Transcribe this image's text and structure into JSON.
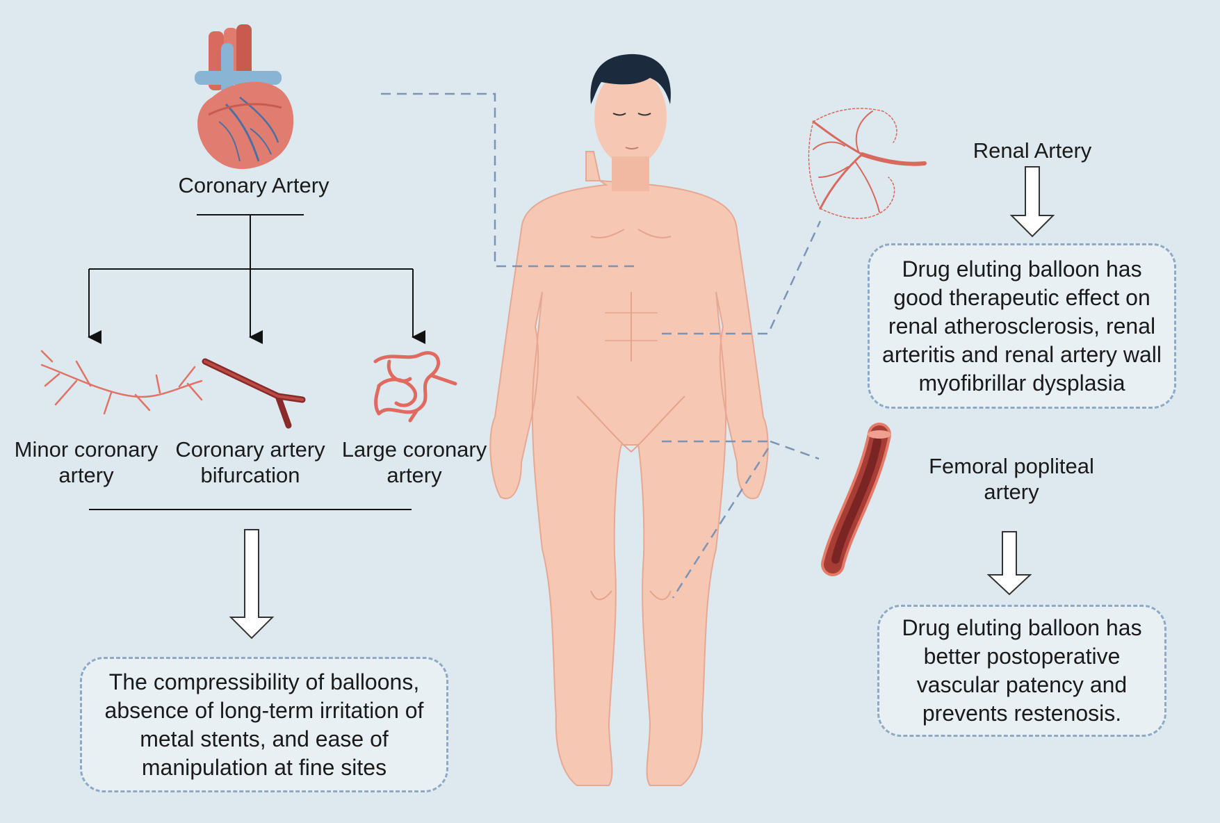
{
  "coronary": {
    "title": "Coronary Artery",
    "branches": [
      {
        "line1": "Minor coronary",
        "line2": "artery"
      },
      {
        "line1": "Coronary artery",
        "line2": "bifurcation"
      },
      {
        "line1": "Large coronary",
        "line2": "artery"
      }
    ],
    "benefit": [
      "The compressibility of balloons,",
      "absence of long-term irritation of",
      "metal stents, and ease of",
      "manipulation at fine sites"
    ]
  },
  "renal": {
    "title": "Renal Artery",
    "benefit": [
      "Drug eluting balloon has",
      "good therapeutic effect on",
      "renal atherosclerosis, renal",
      "arteritis and renal artery wall",
      "myofibrillar dysplasia"
    ]
  },
  "femoral": {
    "title_line1": "Femoral popliteal",
    "title_line2": "artery",
    "benefit": [
      "Drug eluting balloon has",
      "better postoperative",
      "vascular patency and",
      "prevents restenosis."
    ]
  },
  "colors": {
    "background": "#dde9ef",
    "connector": "#7b93b5",
    "skin": "#f6c7b2",
    "vessel": "#e2685e",
    "box_border": "#8ea9c6"
  }
}
